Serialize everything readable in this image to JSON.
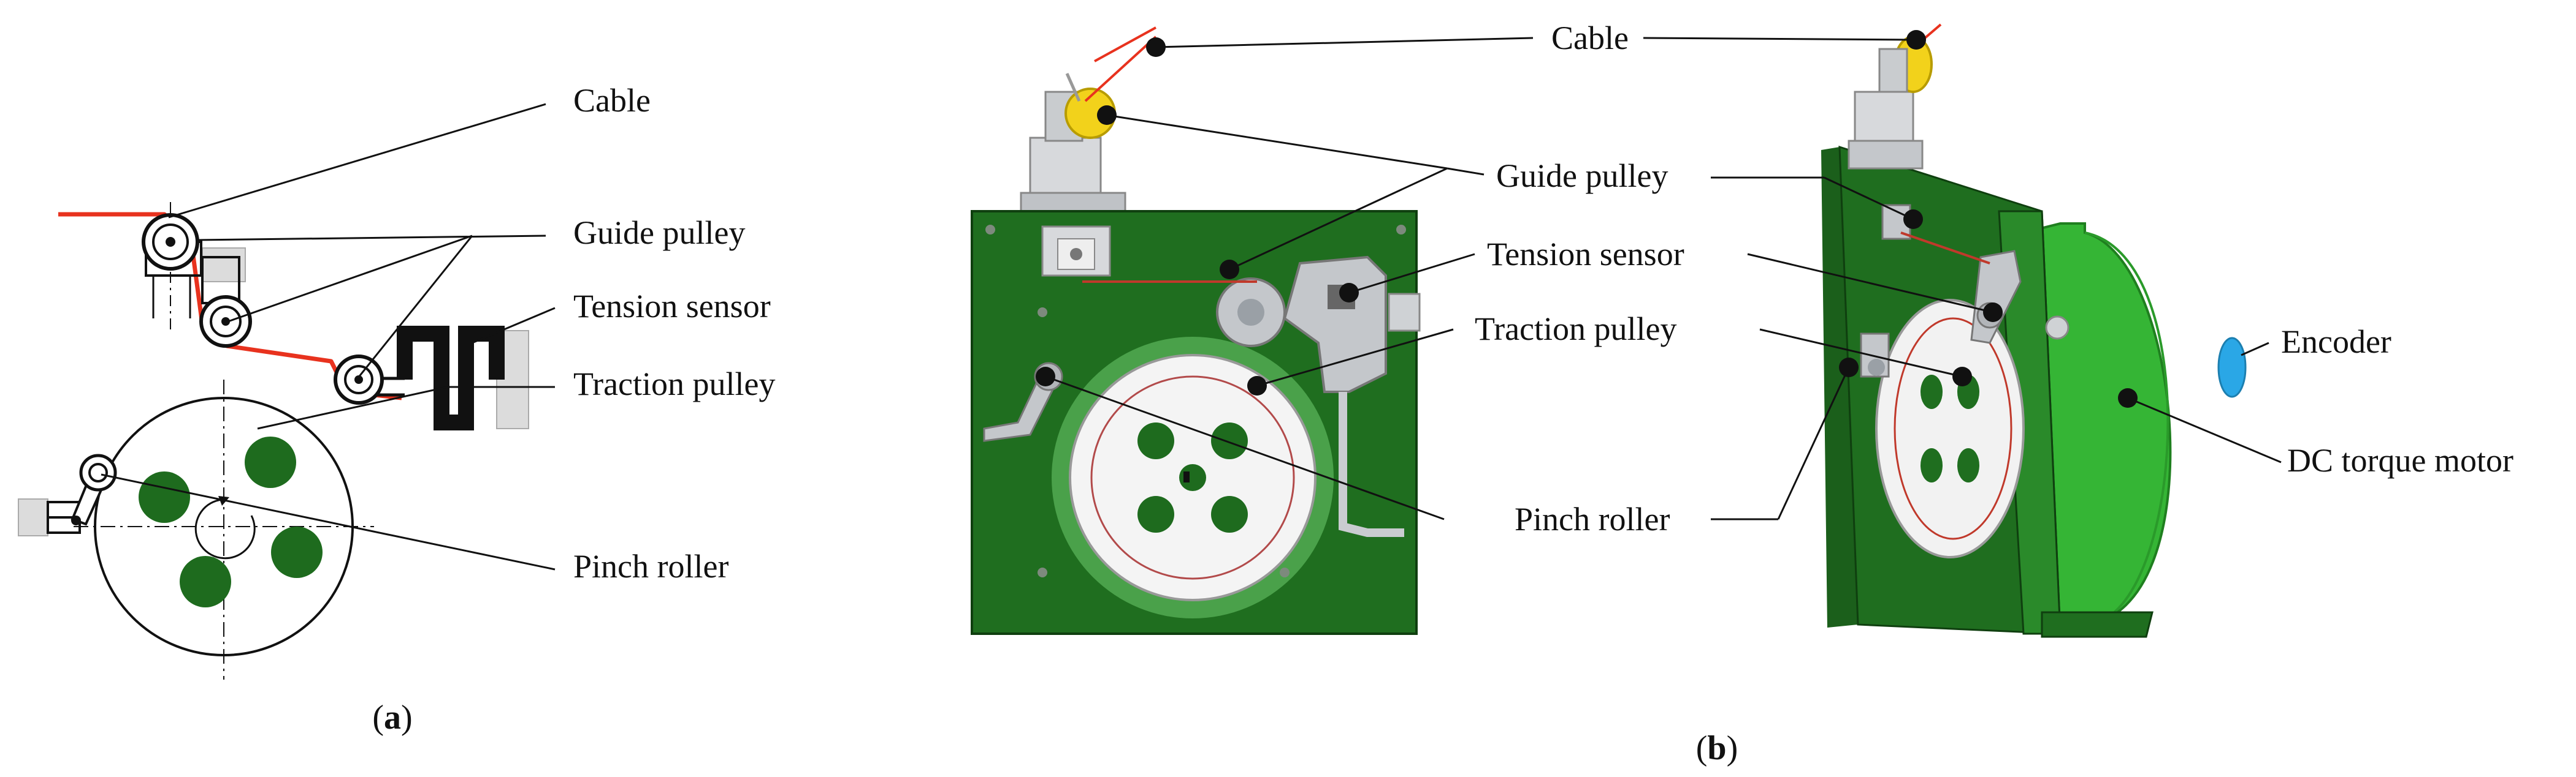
{
  "colors": {
    "cable": "#e8321e",
    "green": "#1f6e1f",
    "green_dark": "#154f15",
    "green_light": "#4aa14a",
    "motor_green": "#35b535",
    "roller_green": "#1e6b1e",
    "leader": "#111111",
    "metal": "#c8cbcf",
    "pulley_yellow": "#f2d21b",
    "encoder_blue": "#2aa7e6"
  },
  "icons": {
    "callout_dot": "filled-black-circle",
    "pulley": "concentric-circles"
  },
  "panel_a": {
    "caption_open": "(",
    "caption_letter": "a",
    "caption_close": ")",
    "labels": {
      "cable": "Cable",
      "guide_pulley": "Guide pulley",
      "tension_sensor": "Tension sensor",
      "traction_pulley": "Traction pulley",
      "pinch_roller": "Pinch roller"
    }
  },
  "panel_b": {
    "caption_open": "(",
    "caption_letter": "b",
    "caption_close": ")",
    "labels": {
      "cable": "Cable",
      "guide_pulley": "Guide pulley",
      "tension_sensor": "Tension sensor",
      "traction_pulley": "Traction pulley",
      "pinch_roller": "Pinch roller",
      "encoder": "Encoder",
      "dc_torque_motor": "DC torque motor"
    }
  }
}
